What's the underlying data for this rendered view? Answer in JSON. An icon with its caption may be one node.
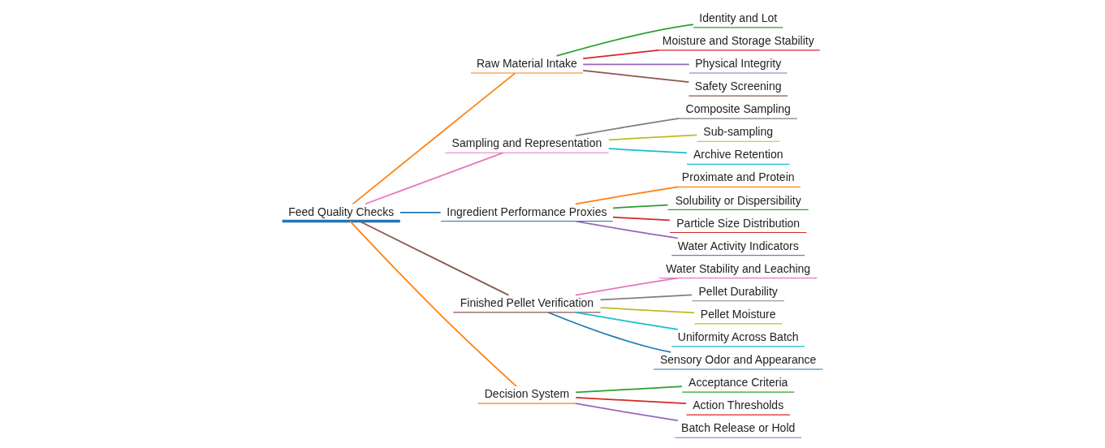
{
  "diagram": {
    "nodes": [
      {
        "text": [
          "Feed Quality Checks"
        ]
      },
      {
        "text": [
          "Raw Material Intake"
        ]
      },
      {
        "text": [
          "Identity and Lot"
        ]
      },
      {
        "text": [
          "Moisture and Storage Stability"
        ]
      },
      {
        "text": [
          "Physical Integrity"
        ]
      },
      {
        "text": [
          "Safety Screening"
        ]
      },
      {
        "text": [
          "Sampling and Representation"
        ]
      },
      {
        "text": [
          "Composite Sampling"
        ]
      },
      {
        "text": [
          "Sub-sampling"
        ]
      },
      {
        "text": [
          "Archive Retention"
        ]
      },
      {
        "text": [
          "Ingredient Performance Proxies"
        ]
      },
      {
        "text": [
          "Proximate and Protein"
        ]
      },
      {
        "text": [
          "Solubility or Dispersibility"
        ]
      },
      {
        "text": [
          "Particle Size Distribution"
        ]
      },
      {
        "text": [
          "Water Activity Indicators"
        ]
      },
      {
        "text": [
          "Finished Pellet Verification"
        ]
      },
      {
        "text": [
          "Water Stability and Leaching"
        ]
      },
      {
        "text": [
          "Pellet Durability"
        ]
      },
      {
        "text": [
          "Pellet Moisture"
        ]
      },
      {
        "text": [
          "Uniformity Across Batch"
        ]
      },
      {
        "text": [
          "Sensory Odor and Appearance"
        ]
      },
      {
        "text": [
          "Decision System"
        ]
      },
      {
        "text": [
          "Acceptance Criteria"
        ]
      },
      {
        "text": [
          "Action Thresholds"
        ]
      },
      {
        "text": [
          "Batch Release or Hold"
        ]
      }
    ],
    "edges": [
      {
        "from": 0,
        "to": 1,
        "arrow": "none",
        "color": "#ff7f0e"
      },
      {
        "from": 1,
        "to": 2,
        "arrow": "none",
        "color": "#2ca02c"
      },
      {
        "from": 1,
        "to": 3,
        "arrow": "none",
        "color": "#d62728"
      },
      {
        "from": 1,
        "to": 4,
        "arrow": "none",
        "color": "#9467bd"
      },
      {
        "from": 1,
        "to": 5,
        "arrow": "none",
        "color": "#8c564b"
      },
      {
        "from": 0,
        "to": 6,
        "arrow": "none",
        "color": "#e377c2"
      },
      {
        "from": 6,
        "to": 7,
        "arrow": "none",
        "color": "#7f7f7f"
      },
      {
        "from": 6,
        "to": 8,
        "arrow": "none",
        "color": "#bcbd22"
      },
      {
        "from": 6,
        "to": 9,
        "arrow": "none",
        "color": "#17becf"
      },
      {
        "from": 0,
        "to": 10,
        "arrow": "none",
        "color": "#1f77b4"
      },
      {
        "from": 10,
        "to": 11,
        "arrow": "none",
        "color": "#ff7f0e"
      },
      {
        "from": 10,
        "to": 12,
        "arrow": "none",
        "color": "#2ca02c"
      },
      {
        "from": 10,
        "to": 13,
        "arrow": "none",
        "color": "#d62728"
      },
      {
        "from": 10,
        "to": 14,
        "arrow": "none",
        "color": "#9467bd"
      },
      {
        "from": 0,
        "to": 15,
        "arrow": "none",
        "color": "#8c564b"
      },
      {
        "from": 15,
        "to": 16,
        "arrow": "none",
        "color": "#e377c2"
      },
      {
        "from": 15,
        "to": 17,
        "arrow": "none",
        "color": "#7f7f7f"
      },
      {
        "from": 15,
        "to": 18,
        "arrow": "none",
        "color": "#bcbd22"
      },
      {
        "from": 15,
        "to": 19,
        "arrow": "none",
        "color": "#17becf"
      },
      {
        "from": 15,
        "to": 20,
        "arrow": "none",
        "color": "#1f77b4"
      },
      {
        "from": 0,
        "to": 21,
        "arrow": "none",
        "color": "#ff7f0e"
      },
      {
        "from": 21,
        "to": 22,
        "arrow": "none",
        "color": "#2ca02c"
      },
      {
        "from": 21,
        "to": 23,
        "arrow": "none",
        "color": "#d62728"
      },
      {
        "from": 21,
        "to": 24,
        "arrow": "none",
        "color": "#9467bd"
      }
    ]
  }
}
